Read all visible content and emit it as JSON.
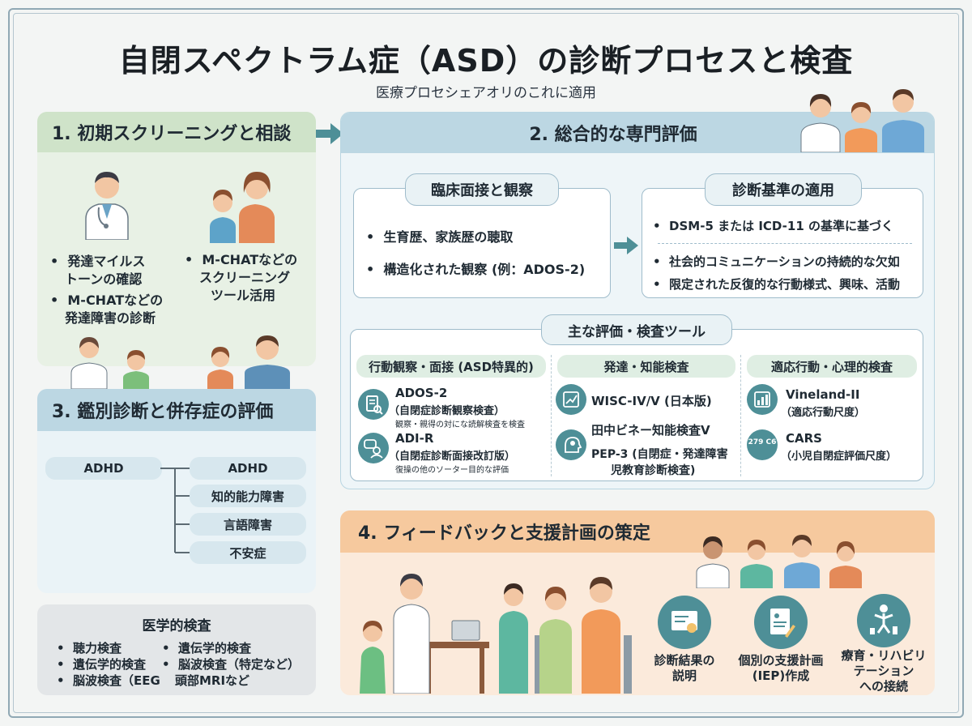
{
  "title": "自閉スペクトラム症（ASD）の診断プロセスと検査",
  "subtitle": "医療プロセシェアオリのこれに適用",
  "colors": {
    "green": "#dcecd9",
    "blue_head": "#b9d6e2",
    "blue_body": "#eaf3f7",
    "orange_head": "#f6c99e",
    "orange_body": "#fbe7d5",
    "teal": "#4e8f97"
  },
  "section1": {
    "header": "1. 初期スクリーニングと相談",
    "col_left": [
      "発達マイルス",
      "トーンの確認"
    ],
    "col_left2": [
      "M-CHATなどの",
      "発達障害の診断"
    ],
    "col_right": [
      "M-CHATなどの",
      "スクリーニング",
      "ツール活用"
    ]
  },
  "section2": {
    "header": "2. 総合的な専門評価",
    "clinical": {
      "title": "臨床面接と観察",
      "items": [
        "生育歴、家族歴の聴取",
        "構造化された観察 (例：ADOS-2)"
      ]
    },
    "criteria": {
      "title": "診断基準の適用",
      "items": [
        "DSM-5 または ICD-11 の基準に基づく",
        "社会的コミュニケーションの持続的な欠如",
        "限定された反復的な行動様式、興味、活動"
      ]
    },
    "tools": {
      "title": "主な評価・検査ツール",
      "cat1": {
        "label": "行動観察・面接 (ASD特異的)",
        "t1": {
          "name": "ADOS-2",
          "sub": "（自閉症診断観察検査）",
          "tiny": "観察・親得の対にな読解検査を検査"
        },
        "t2": {
          "name": "ADI-R",
          "sub": "（自閉症診断面接改訂版）",
          "tiny": "復操の他のソーター目的な評価"
        }
      },
      "cat2": {
        "label": "発達・知能検査",
        "t1": {
          "name": "WISC-IV/V (日本版)"
        },
        "t2": {
          "name": "田中ビネー知能検査V",
          "line2": "PEP-3 (自閉症・発達障害",
          "line3": "児教育診断検査)"
        }
      },
      "cat3": {
        "label": "適応行動・心理的検査",
        "t1": {
          "name": "Vineland-II",
          "sub": "（適応行動尺度）"
        },
        "t2": {
          "name": "CARS",
          "sub": "（小児自閉症評価尺度）",
          "icon_text": "279 C6"
        }
      }
    }
  },
  "section3": {
    "header": "3. 鑑別診断と併存症の評価",
    "root": "ADHD",
    "branches": [
      "ADHD",
      "知的能力障害",
      "言語障害",
      "不安症"
    ]
  },
  "medical": {
    "title": "医学的検査",
    "left": [
      "聴力検査",
      "遺伝学的検査",
      "脳波検査（EEG"
    ],
    "right": [
      "遺伝学的検査",
      "脳波検査（特定など）",
      "頭部MRIなど"
    ]
  },
  "section4": {
    "header": "4. フィードバックと支援計画の策定",
    "items": [
      {
        "lines": [
          "診断結果の",
          "説明"
        ],
        "icon": "certificate-icon"
      },
      {
        "lines": [
          "個別の支援計画",
          "(IEP)作成"
        ],
        "icon": "plan-document-icon"
      },
      {
        "lines": [
          "療育・リハビリ",
          "テーション",
          "への接続"
        ],
        "icon": "person-growth-icon"
      }
    ]
  }
}
